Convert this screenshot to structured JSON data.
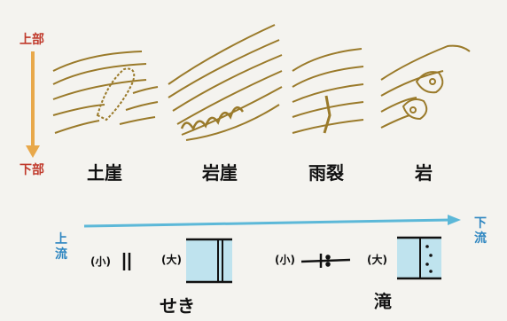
{
  "orientation": {
    "top_label": "上部",
    "bottom_label": "下部",
    "upstream_label": "上\n流",
    "downstream_label": "下\n流"
  },
  "terrain_symbols": [
    {
      "label": "土崖",
      "icon": "earth-cliff-contour-icon"
    },
    {
      "label": "岩崖",
      "icon": "rock-cliff-contour-icon"
    },
    {
      "label": "雨裂",
      "icon": "gully-contour-icon"
    },
    {
      "label": "岩",
      "icon": "rock-contour-icon"
    }
  ],
  "water_symbols": [
    {
      "group": "せき",
      "small_label": "(小)",
      "large_label": "(大)"
    },
    {
      "group": "滝",
      "small_label": "(小)",
      "large_label": "(大)"
    }
  ],
  "colors": {
    "contour": "#9a7a2a",
    "top_red": "#c0392b",
    "arrow_orange": "#e8a84a",
    "flow_blue": "#5cb8d8",
    "water_fill": "#bfe3ee"
  }
}
